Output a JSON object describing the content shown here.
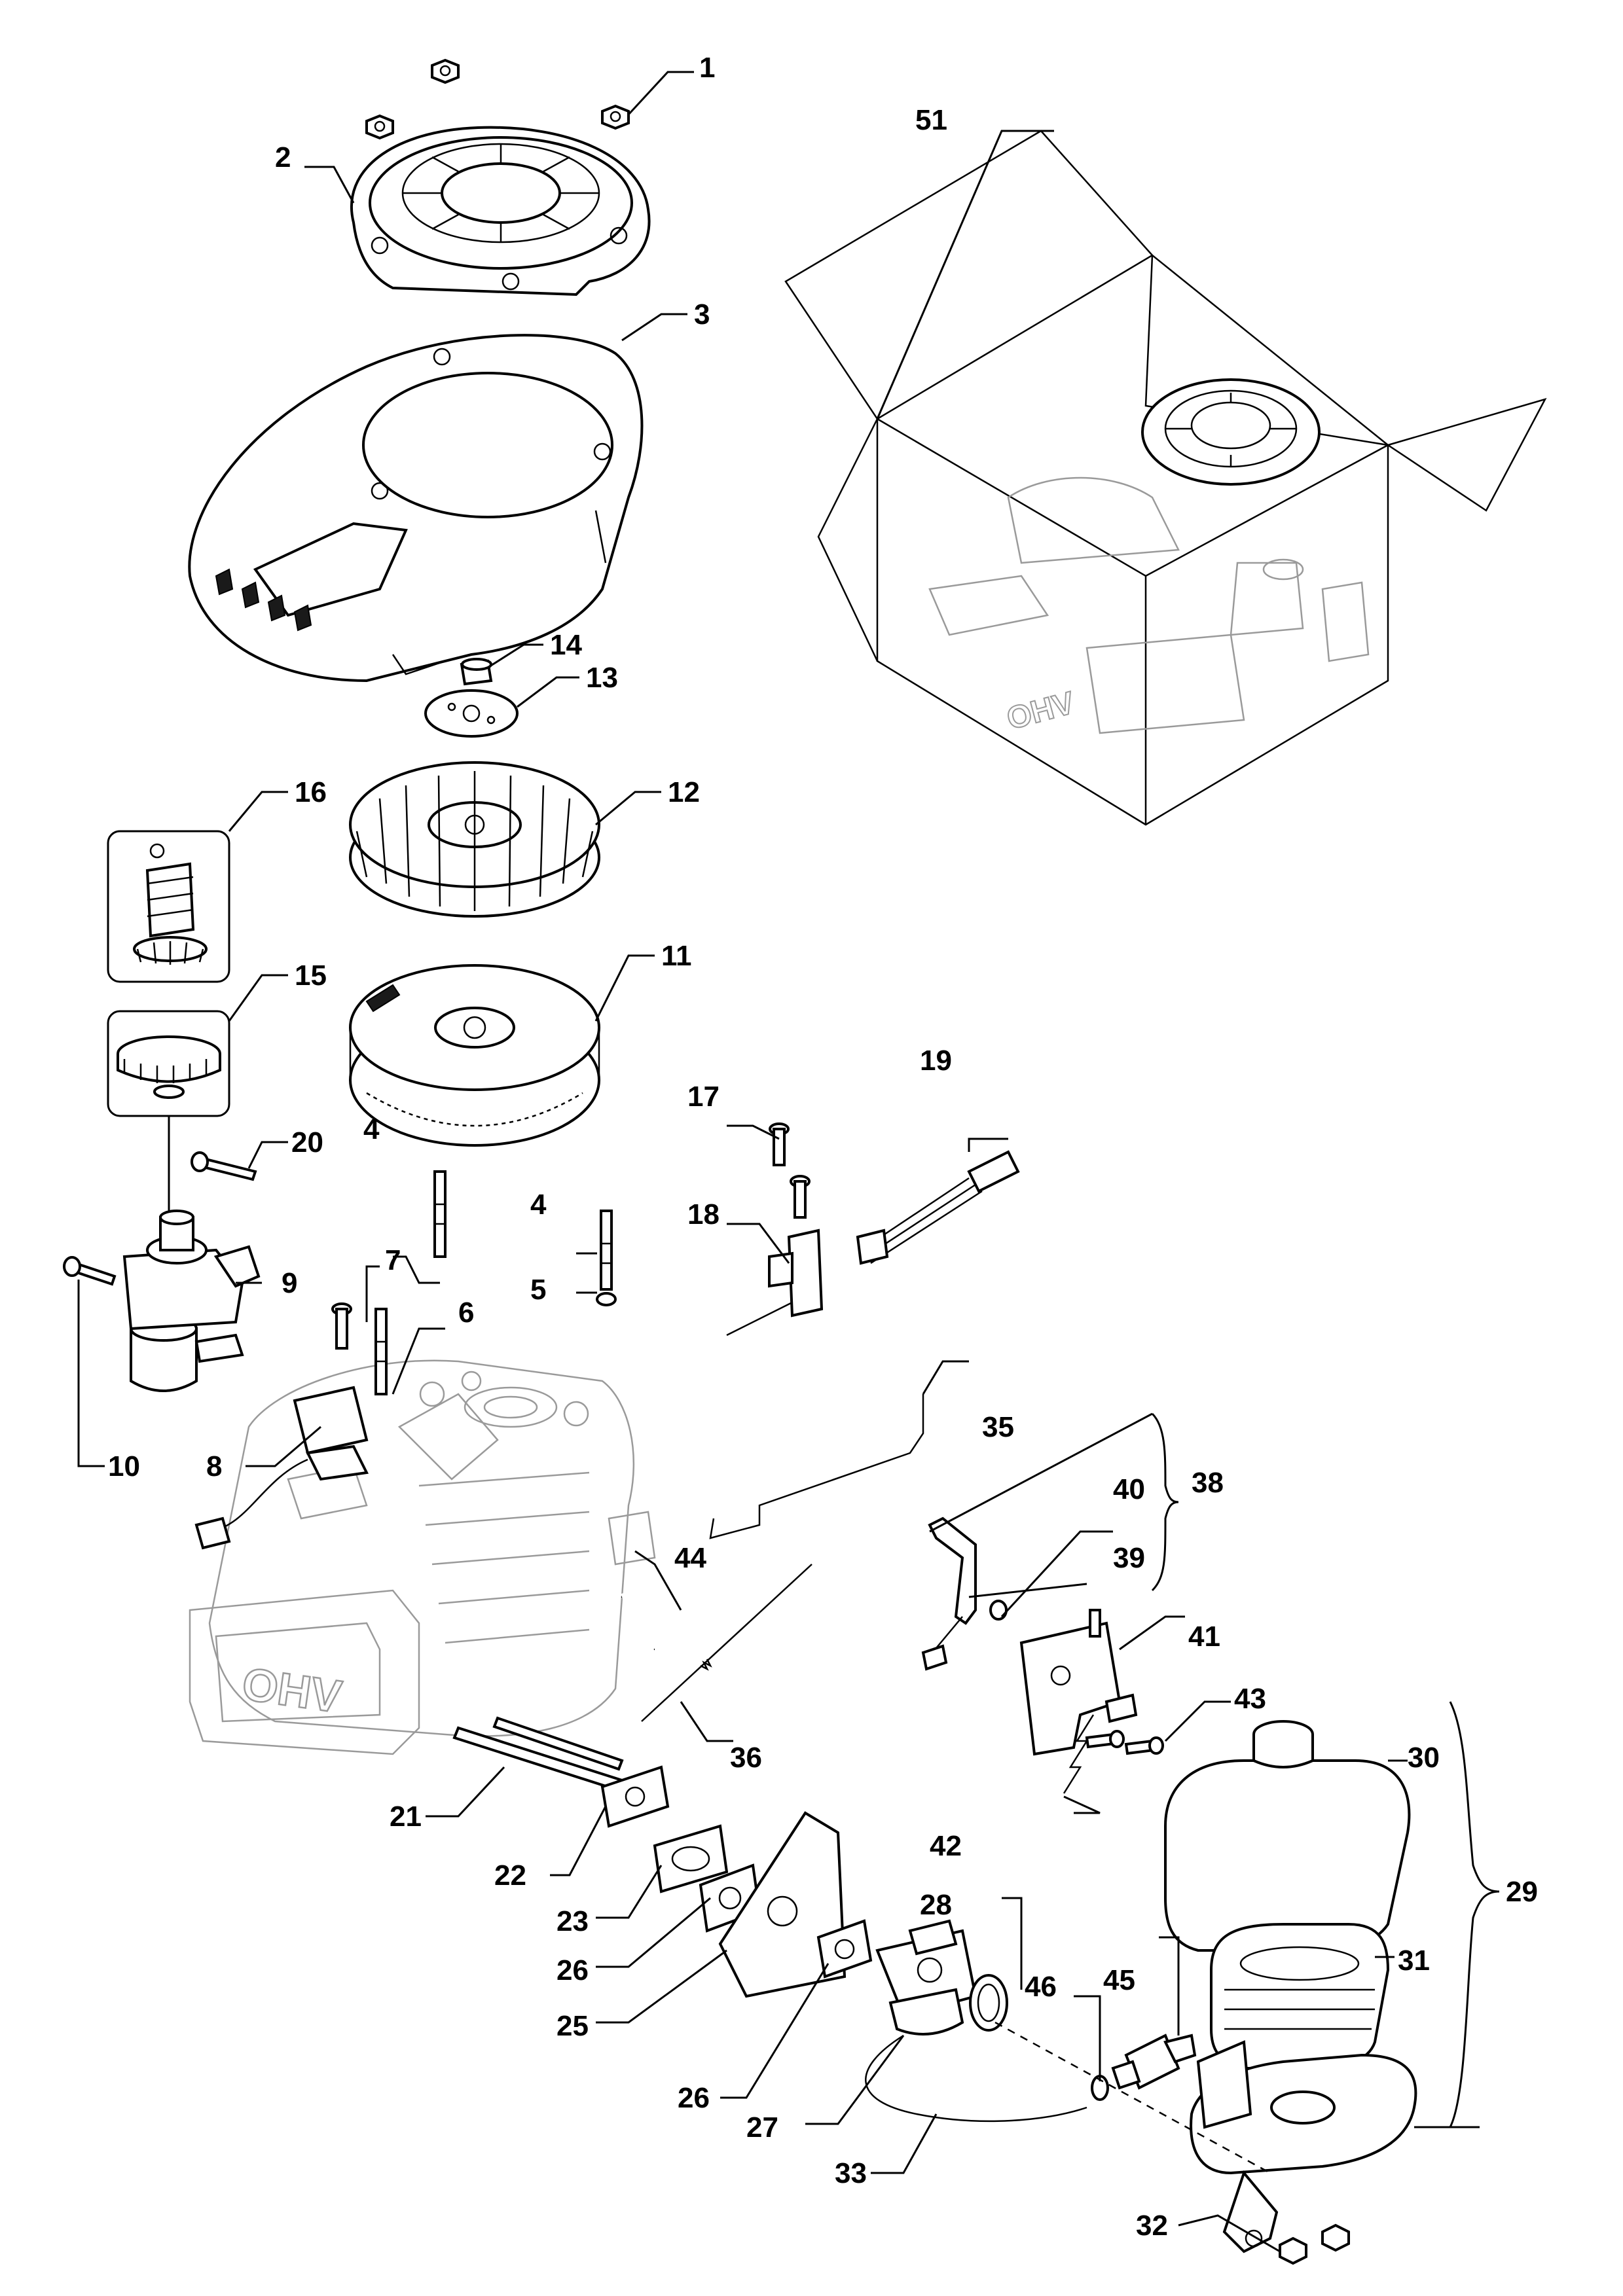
{
  "callouts": {
    "c1": "1",
    "c2": "2",
    "c3": "3",
    "c4a": "4",
    "c4b": "4",
    "c5": "5",
    "c6": "6",
    "c7": "7",
    "c8": "8",
    "c9": "9",
    "c10": "10",
    "c11": "11",
    "c12": "12",
    "c13": "13",
    "c14": "14",
    "c15": "15",
    "c16": "16",
    "c17": "17",
    "c18": "18",
    "c19": "19",
    "c20": "20",
    "c21": "21",
    "c22": "22",
    "c23": "23",
    "c25": "25",
    "c26a": "26",
    "c26b": "26",
    "c27": "27",
    "c28": "28",
    "c29": "29",
    "c30": "30",
    "c31": "31",
    "c32": "32",
    "c33": "33",
    "c35": "35",
    "c36": "36",
    "c38": "38",
    "c39": "39",
    "c40": "40",
    "c41": "41",
    "c42": "42",
    "c43": "43",
    "c44": "44",
    "c45": "45",
    "c46": "46",
    "c51": "51"
  },
  "engine_marking": "OHV",
  "box_engine_marking": "OHV"
}
